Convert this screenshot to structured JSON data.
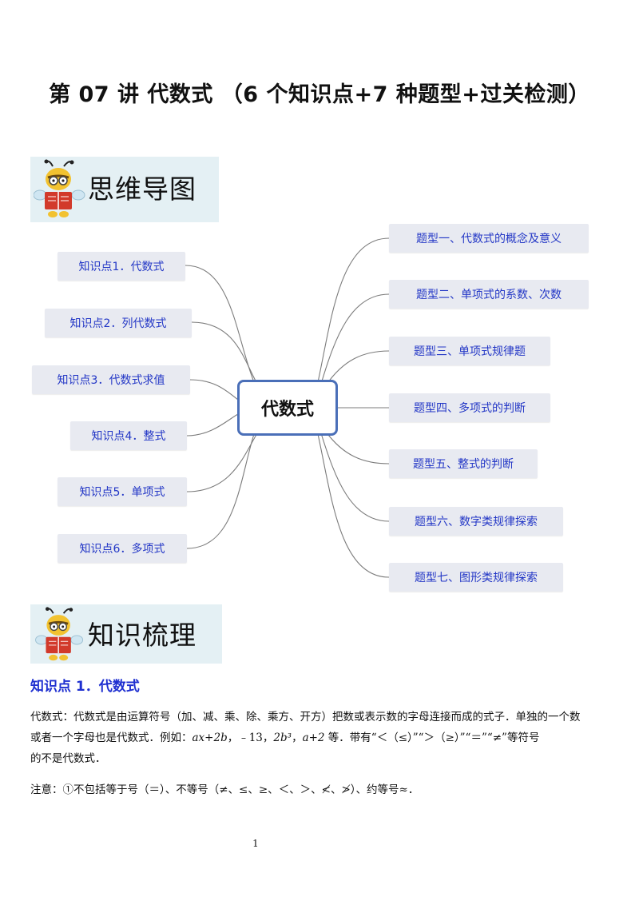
{
  "page": {
    "title": "第 07 讲  代数式  （6 个知识点+7 种题型+过关检测）",
    "page_number": "1"
  },
  "banners": {
    "mindmap": "思维导图",
    "knowledge": "知识梳理"
  },
  "mindmap": {
    "center": "代数式",
    "left_nodes": [
      "知识点1．代数式",
      "知识点2．列代数式",
      "知识点3．代数式求值",
      "知识点4．整式",
      "知识点5．单项式",
      "知识点6．多项式"
    ],
    "right_nodes": [
      "题型一、代数式的概念及意义",
      "题型二、单项式的系数、次数",
      "题型三、单项式规律题",
      "题型四、多项式的判断",
      "题型五、整式的判断",
      "题型六、数字类规律探索",
      "题型七、图形类规律探索"
    ]
  },
  "section1": {
    "heading": "知识点 1．代数式",
    "p1_a": "代数式：代数式是由运算符号（加、减、乘、除、乘方、开方）把数或表示数的字母连接而成的式子．单独的一个数",
    "p1_b": "或者一个字母也是代数式．例如：",
    "ex1": "ax+2b",
    "sep1": "，﹣13，",
    "ex2": "2b³",
    "sep2": "，",
    "ex3": "a+2",
    "p1_c": " 等．带有“＜（≤）”“＞（≥）”“＝”“≠”等符号",
    "p1_d": "的不是代数式．",
    "note": "注意：①不包括等于号（＝）、不等号（≠、≤、≥、＜、＞、≮、≯）、约等号≈．"
  },
  "colors": {
    "node_text": "#2337c6",
    "node_bg": "#e8eaf1",
    "center_border": "#4a6fb8",
    "heading": "#1e2fd0",
    "banner_bg": "#e4f0f4"
  }
}
